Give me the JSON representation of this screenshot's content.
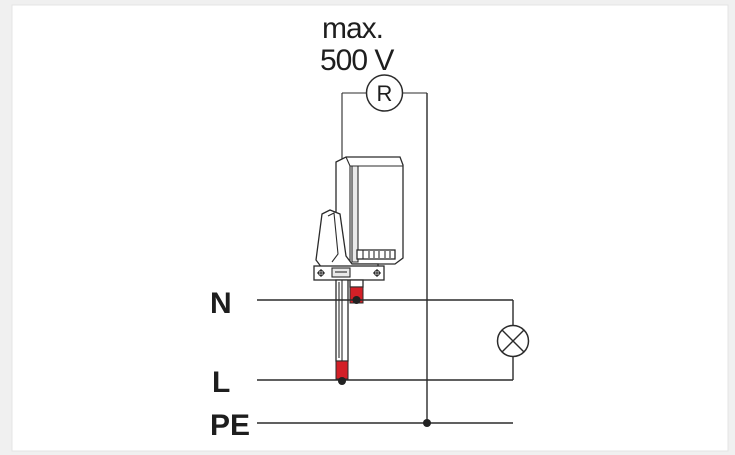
{
  "voltage": {
    "line1": "max.",
    "line2": "500 V"
  },
  "meter_symbol": "R",
  "rails": {
    "n": "N",
    "l": "L",
    "pe": "PE"
  },
  "colors": {
    "wire": "#2b2b2b",
    "probe_tip": "#d32027",
    "background": "#ffffff",
    "frame": "#e4e4e4"
  },
  "icons": {
    "meter": "resistance-meter-icon",
    "lamp": "lamp-load-icon",
    "tester": "voltage-tester-device-icon"
  }
}
